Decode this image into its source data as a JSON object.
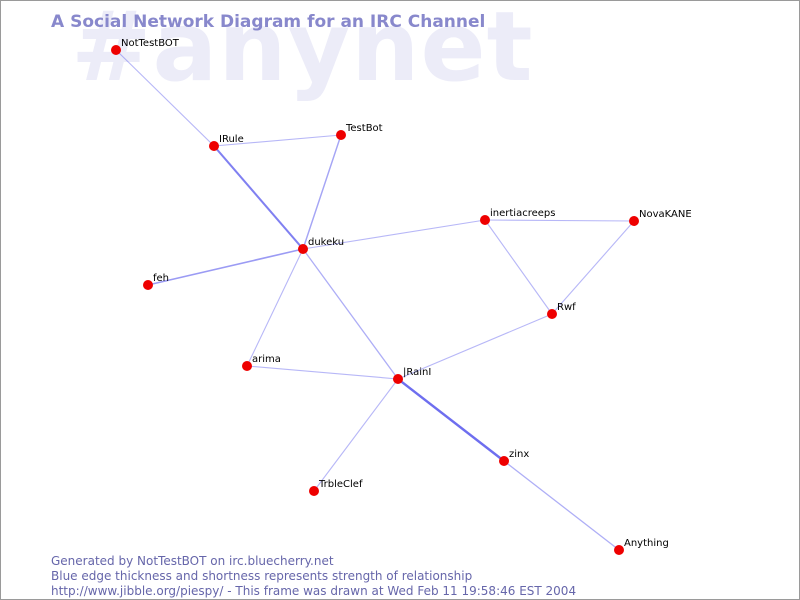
{
  "watermark": "#anynet",
  "title": "A Social Network Diagram for an IRC Channel",
  "colors": {
    "node": "#ee0000",
    "edge": "#6666ee",
    "title": "#8888cc",
    "footer": "#6666aa",
    "watermark": "#ececf8"
  },
  "nodes": [
    {
      "id": "NotTestBOT",
      "label": "NotTestBOT"
    },
    {
      "id": "IRule",
      "label": "IRule"
    },
    {
      "id": "TestBot",
      "label": "TestBot"
    },
    {
      "id": "dukeku",
      "label": "dukeku"
    },
    {
      "id": "feh",
      "label": "feh"
    },
    {
      "id": "inertiacreeps",
      "label": "inertiacreeps"
    },
    {
      "id": "NovaKANE",
      "label": "NovaKANE"
    },
    {
      "id": "Rwf",
      "label": "Rwf"
    },
    {
      "id": "arima",
      "label": "arima"
    },
    {
      "id": "IRainI",
      "label": "|RainI"
    },
    {
      "id": "zinx",
      "label": "zinx"
    },
    {
      "id": "TrbleClef",
      "label": "TrbleClef"
    },
    {
      "id": "Anything",
      "label": "Anything"
    }
  ],
  "edges": [
    {
      "from": "NotTestBOT",
      "to": "IRule",
      "strength": 0.2
    },
    {
      "from": "IRule",
      "to": "TestBot",
      "strength": 0.2
    },
    {
      "from": "IRule",
      "to": "dukeku",
      "strength": 0.8
    },
    {
      "from": "TestBot",
      "to": "dukeku",
      "strength": 0.4
    },
    {
      "from": "dukeku",
      "to": "feh",
      "strength": 0.5
    },
    {
      "from": "dukeku",
      "to": "inertiacreeps",
      "strength": 0.2
    },
    {
      "from": "dukeku",
      "to": "arima",
      "strength": 0.2
    },
    {
      "from": "dukeku",
      "to": "IRainI",
      "strength": 0.3
    },
    {
      "from": "inertiacreeps",
      "to": "NovaKANE",
      "strength": 0.2
    },
    {
      "from": "inertiacreeps",
      "to": "Rwf",
      "strength": 0.2
    },
    {
      "from": "NovaKANE",
      "to": "Rwf",
      "strength": 0.2
    },
    {
      "from": "Rwf",
      "to": "IRainI",
      "strength": 0.2
    },
    {
      "from": "arima",
      "to": "IRainI",
      "strength": 0.2
    },
    {
      "from": "IRainI",
      "to": "zinx",
      "strength": 1.0
    },
    {
      "from": "IRainI",
      "to": "TrbleClef",
      "strength": 0.2
    },
    {
      "from": "zinx",
      "to": "Anything",
      "strength": 0.3
    }
  ],
  "footer": {
    "line1": "Generated by NotTestBOT on irc.bluecherry.net",
    "line2": "Blue edge thickness and shortness represents strength of relationship",
    "line3": "http://www.jibble.org/piespy/ - This frame was drawn at Wed Feb 11 19:58:46 EST 2004"
  }
}
